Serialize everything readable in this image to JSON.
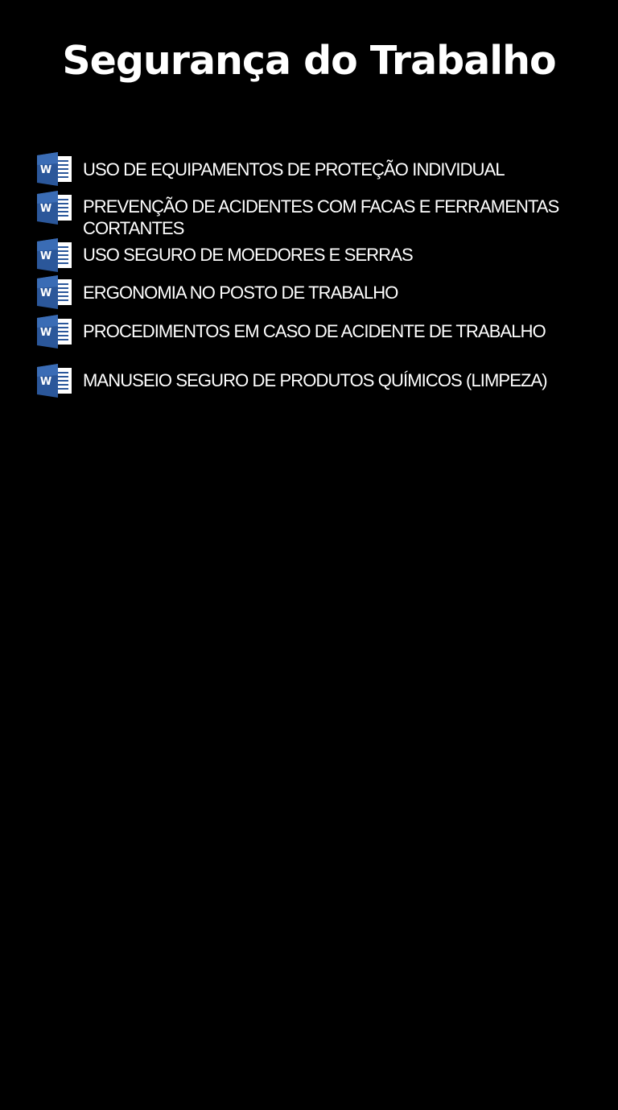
{
  "page": {
    "title": "Segurança do Trabalho",
    "background_color": "#000000",
    "text_color": "#ffffff"
  },
  "documents": {
    "icon": "word-document-icon",
    "icon_color": "#2b579a",
    "items": [
      {
        "label": "USO DE EQUIPAMENTOS DE PROTEÇÃO INDIVIDUAL"
      },
      {
        "label": "PREVENÇÃO DE ACIDENTES COM FACAS E FERRAMENTAS CORTANTES"
      },
      {
        "label": "USO SEGURO DE MOEDORES E SERRAS"
      },
      {
        "label": "ERGONOMIA NO POSTO DE TRABALHO"
      },
      {
        "label": "PROCEDIMENTOS EM CASO DE ACIDENTE DE TRABALHO"
      },
      {
        "label": "MANUSEIO SEGURO DE PRODUTOS QUÍMICOS (LIMPEZA)"
      }
    ]
  }
}
